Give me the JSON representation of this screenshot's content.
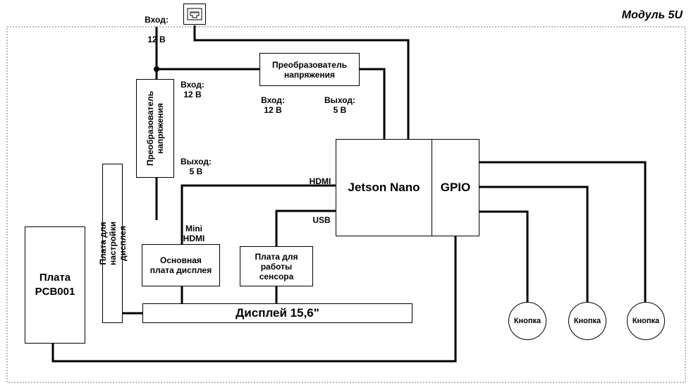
{
  "module_title": "Модуль 5U",
  "input_top": {
    "line1": "Вход:",
    "line2": "12 В"
  },
  "network_port": {
    "icon": "ethernet-port-icon"
  },
  "converter_horizontal": {
    "label": "Преобразователь\nнапряжения",
    "input": "Вход:\n12 В",
    "output": "Выход:\n5 В"
  },
  "converter_vertical": {
    "label": "Преобразователь\nнапряжения",
    "input": "Вход:\n12 В",
    "output": "Выход:\n5 В"
  },
  "settings_board": {
    "label": "Плата для настройки дисплея"
  },
  "jetson": {
    "label": "Jetson Nano",
    "gpio": "GPIO"
  },
  "connections": {
    "hdmi": "HDMI",
    "usb": "USB",
    "mini_hdmi": "Mini\nHDMI"
  },
  "pcb_board": {
    "label": "Плата\nPCB001"
  },
  "main_display_board": {
    "label": "Основная\nплата дисплея"
  },
  "sensor_board": {
    "label": "Плата для\nработы\nсенсора"
  },
  "display": {
    "label": "Дисплей 15,6\""
  },
  "buttons": [
    {
      "label": "Кнопка"
    },
    {
      "label": "Кнопка"
    },
    {
      "label": "Кнопка"
    }
  ]
}
